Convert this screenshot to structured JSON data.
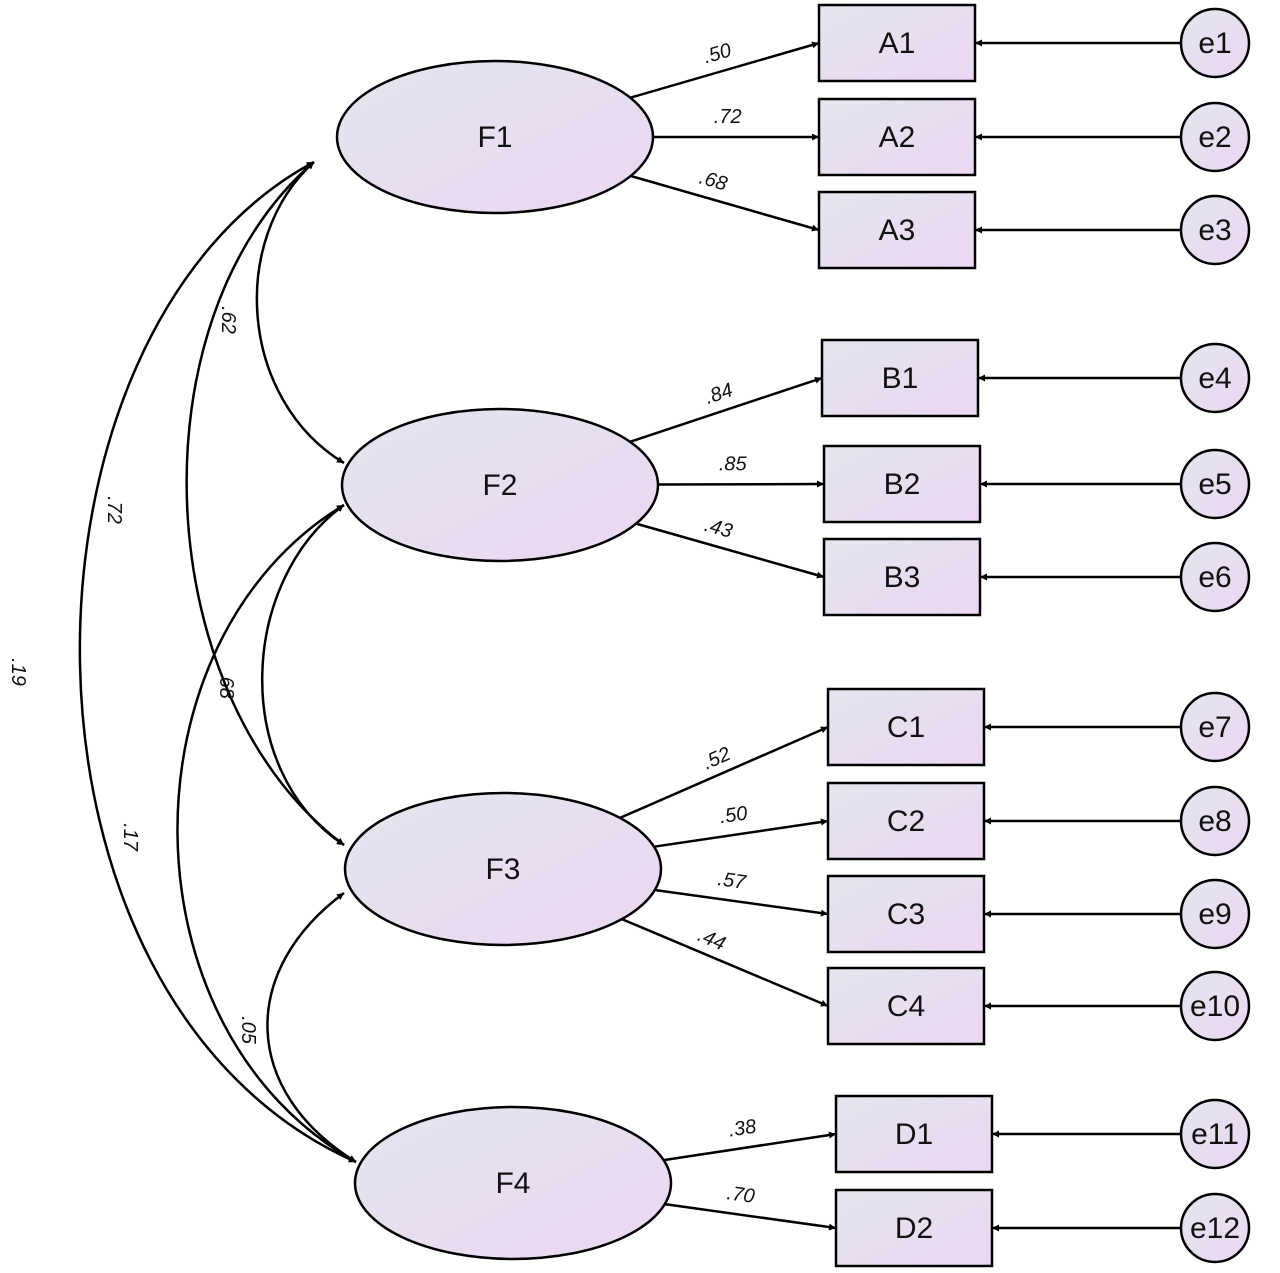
{
  "colors": {
    "fill_start": "#e3e6ee",
    "fill_end": "#ecd7f2",
    "stroke": "#000000"
  },
  "factors": [
    {
      "id": "F1",
      "label": "F1"
    },
    {
      "id": "F2",
      "label": "F2"
    },
    {
      "id": "F3",
      "label": "F3"
    },
    {
      "id": "F4",
      "label": "F4"
    }
  ],
  "indicators": [
    {
      "id": "A1",
      "label": "A1",
      "factor": "F1",
      "loading": ".50",
      "error": "e1"
    },
    {
      "id": "A2",
      "label": "A2",
      "factor": "F1",
      "loading": ".72",
      "error": "e2"
    },
    {
      "id": "A3",
      "label": "A3",
      "factor": "F1",
      "loading": ".68",
      "error": "e3"
    },
    {
      "id": "B1",
      "label": "B1",
      "factor": "F2",
      "loading": ".84",
      "error": "e4"
    },
    {
      "id": "B2",
      "label": "B2",
      "factor": "F2",
      "loading": ".85",
      "error": "e5"
    },
    {
      "id": "B3",
      "label": "B3",
      "factor": "F2",
      "loading": ".43",
      "error": "e6"
    },
    {
      "id": "C1",
      "label": "C1",
      "factor": "F3",
      "loading": ".52",
      "error": "e7"
    },
    {
      "id": "C2",
      "label": "C2",
      "factor": "F3",
      "loading": ".50",
      "error": "e8"
    },
    {
      "id": "C3",
      "label": "C3",
      "factor": "F3",
      "loading": ".57",
      "error": "e9"
    },
    {
      "id": "C4",
      "label": "C4",
      "factor": "F3",
      "loading": ".44",
      "error": "e10"
    },
    {
      "id": "D1",
      "label": "D1",
      "factor": "F4",
      "loading": ".38",
      "error": "e11"
    },
    {
      "id": "D2",
      "label": "D2",
      "factor": "F4",
      "loading": ".70",
      "error": "e12"
    }
  ],
  "correlations": [
    {
      "from": "F1",
      "to": "F2",
      "value": ".62"
    },
    {
      "from": "F1",
      "to": "F3",
      "value": ".72"
    },
    {
      "from": "F1",
      "to": "F4",
      "value": ".19"
    },
    {
      "from": "F2",
      "to": "F3",
      "value": ".68"
    },
    {
      "from": "F2",
      "to": "F4",
      "value": ".17"
    },
    {
      "from": "F3",
      "to": "F4",
      "value": ".05"
    }
  ]
}
